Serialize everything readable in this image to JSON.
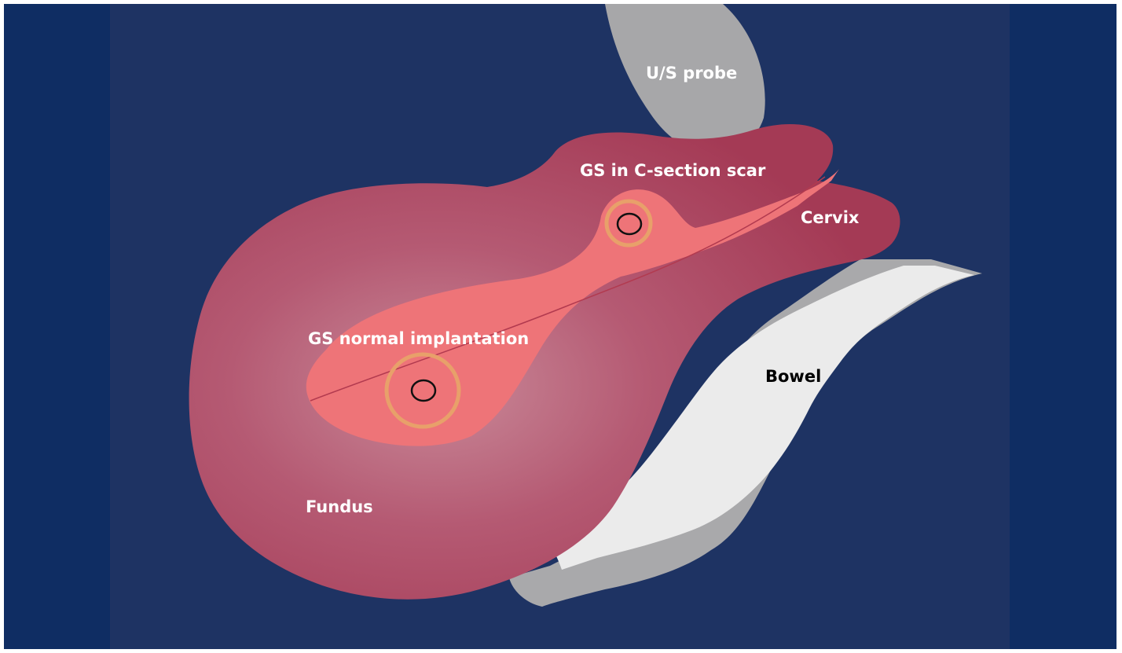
{
  "labels": {
    "probe": "U/S probe",
    "gs_scar": "GS in C-section scar",
    "cervix": "Cervix",
    "gs_normal": "GS normal implantation",
    "bowel": "Bowel",
    "fundus": "Fundus"
  },
  "colors": {
    "background_outer": "#0f2d63",
    "background_inner": "#1e3363",
    "uterus": "#a43a55",
    "uterus_highlight": "#c98a99",
    "cavity": "#ee7478",
    "gestational_ring": "#e8a06a",
    "sac_outline": "#111111",
    "probe": "#a7a7a9",
    "bowel_shadow": "#a9a9ab",
    "bowel": "#ebebeb",
    "label_light": "#ffffff",
    "label_dark": "#000000"
  }
}
